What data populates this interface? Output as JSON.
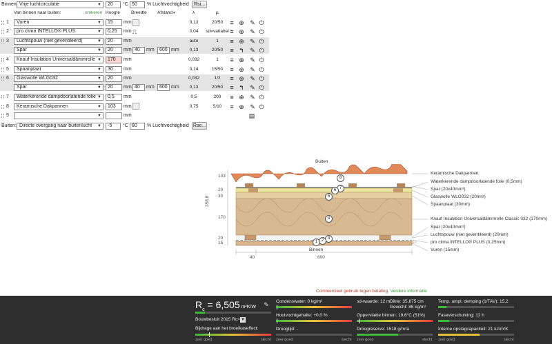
{
  "binnen": {
    "label": "Binnen:",
    "select": "Vrije luchtcirculatie",
    "temp": "20",
    "temp_unit": "°C",
    "rh": "50",
    "rh_unit": "% Luchtvochtigheid",
    "rsi_button": "Rsi..."
  },
  "headers": {
    "layers": "Van binnen naar buiten:",
    "swap": "omkeren",
    "height": "Hoogte",
    "width": "Breedte",
    "distance": "Afstand",
    "lambda": "λ",
    "mu": "µ"
  },
  "rows": [
    {
      "num": "1",
      "material": "Vuren",
      "height": "15",
      "unit": "mm",
      "lambda": "0,13",
      "mu": "20/50"
    },
    {
      "num": "2",
      "material": "pro clima INTELLO® PLUS",
      "height": "0,25",
      "unit": "mm",
      "lambda": "0,04",
      "mu": "sd=variabel"
    },
    {
      "num": "3",
      "material": "Luchtspouw (niet geventileerd)",
      "height": "20",
      "unit": "mm",
      "lambda": "auto",
      "mu": "1"
    },
    {
      "num": "",
      "material": "Spar",
      "height": "20",
      "unit": "mm",
      "width": "40",
      "width_unit": "mm",
      "distance": "600",
      "distance_unit": "mm",
      "lambda": "0,13",
      "mu": "20/50"
    },
    {
      "num": "4",
      "material": "Knauf Insulation Universaldämmrolle",
      "height": "170",
      "unit": "mm",
      "lambda": "0,032",
      "mu": "1"
    },
    {
      "num": "5",
      "material": "Spaanplaat",
      "height": "30",
      "unit": "mm",
      "lambda": "0,14",
      "mu": "15/50"
    },
    {
      "num": "6",
      "material": "Glaswolle WLG032",
      "height": "20",
      "unit": "mm",
      "lambda": "0,032",
      "mu": "1/2"
    },
    {
      "num": "",
      "material": "Spar",
      "height": "20",
      "unit": "mm",
      "width": "40",
      "width_unit": "mm",
      "distance": "600",
      "distance_unit": "mm",
      "lambda": "0,13",
      "mu": "20/50"
    },
    {
      "num": "7",
      "material": "Waterkerende dampdoorlatende folie",
      "height": "0,5",
      "unit": "mm",
      "lambda": "0,5",
      "mu": "200"
    },
    {
      "num": "8",
      "material": "Keramische Dakpannen",
      "height": "103",
      "unit": "mm",
      "lambda": "0,75",
      "mu": "5/10"
    },
    {
      "num": "9",
      "material": "",
      "height": "",
      "unit": "mm",
      "lambda": "",
      "mu": ""
    }
  ],
  "buiten": {
    "label": "Buiten:",
    "select": "Directe overgang naar buitenlucht",
    "temp": "-5",
    "temp_unit": "°C",
    "rh": "80",
    "rh_unit": "% Luchtvochtigheid",
    "rse_button": "Rse..."
  },
  "diagram": {
    "top_label": "Buiten",
    "bottom_label": "Binnen",
    "total": "358,8",
    "watermark": "ubakus.de",
    "dims_left": [
      "103",
      "20",
      "30",
      "170",
      "20",
      "15"
    ],
    "dims_bottom": [
      "40",
      "600"
    ],
    "legend": [
      "Keramische Dakpannen",
      "Waterkerende dampdoorlatende folie (0,5mm)",
      "Spar (20x40mm²)",
      "Glaswolle WLG032 (20mm)",
      "Spaanplaat (30mm)",
      "Knauf Insulation Universaldämmrolle Classic 032 (170mm)",
      "Spar (20x40mm²)",
      "Luchtspouw (niet geventileerd) (20mm)",
      "pro clima INTELLO® PLUS (0,25mm)",
      "Vuren (15mm)"
    ],
    "markers": [
      "8",
      "7",
      "6",
      "5",
      "4",
      "3",
      "2",
      "1"
    ]
  },
  "notice": {
    "text": "Commercieel gebruik tegen betaling.",
    "link": "Verdere informatie"
  },
  "bottom": {
    "rc_prefix": "R",
    "rc_sub": "c",
    "rc_eq": " = 6,505",
    "rc_unit": " m²K/W",
    "norm": "Bouwbesluit 2015 Rc>6",
    "greenhouse": "Bijdrage aan het broeikaseffect:",
    "condensate": "Condenswater: 0 kg/m²",
    "wood_moisture": "Houtvochtgehalte: +0,0 %",
    "drying": "Droogtijd: -",
    "sd": "sd-waarde: 12 m",
    "thickness": "Dikte: 35,875 cm",
    "weight": "Gewicht: 86 kg/m²",
    "surface": "Oppervlakte binnen: 19,6°C (51%)",
    "drying_reserve": "Droogreserve: 1518 g/m²a",
    "damping": "Temp. ampl. demping (1/TAV): 15,2",
    "phase": "Faseverschuiving: 12 h",
    "heatcap": "Interne opslagcapaciteit: 21 kJ/m²K",
    "scale_good": "zeer goed",
    "scale_bad": "slecht",
    "green": "#3cb83c",
    "red": "#e23b3b",
    "yellow": "#e8c23a"
  }
}
